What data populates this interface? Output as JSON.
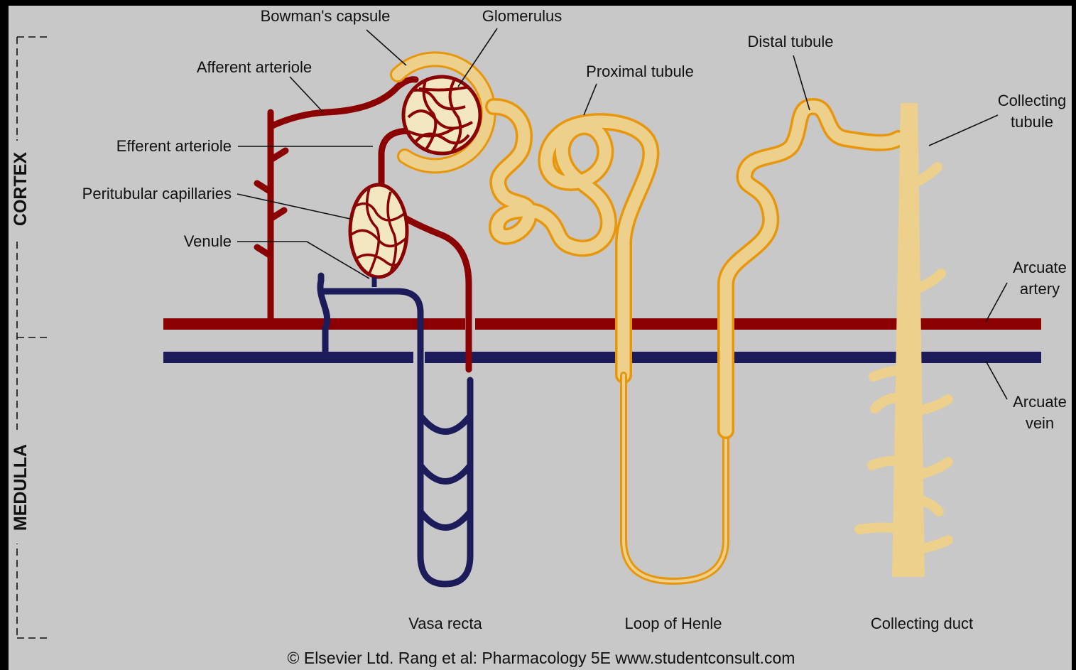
{
  "colors": {
    "background": "#c8c8c8",
    "artery": "#8b0000",
    "vein": "#1c1c5a",
    "tubule_fill": "#ecd08c",
    "tubule_outline": "#e8960a"
  },
  "regions": {
    "cortex": "CORTEX",
    "medulla": "MEDULLA"
  },
  "labels": {
    "bowmans_capsule": "Bowman's capsule",
    "glomerulus": "Glomerulus",
    "afferent_arteriole": "Afferent arteriole",
    "efferent_arteriole": "Efferent arteriole",
    "peritubular_capillaries": "Peritubular capillaries",
    "venule": "Venule",
    "proximal_tubule": "Proximal tubule",
    "distal_tubule": "Distal tubule",
    "collecting_tubule_1": "Collecting",
    "collecting_tubule_2": "tubule",
    "arcuate_artery_1": "Arcuate",
    "arcuate_artery_2": "artery",
    "arcuate_vein_1": "Arcuate",
    "arcuate_vein_2": "vein",
    "vasa_recta": "Vasa recta",
    "loop_of_henle": "Loop of Henle",
    "collecting_duct": "Collecting duct"
  },
  "credit": "© Elsevier Ltd. Rang et al: Pharmacology 5E www.studentconsult.com"
}
